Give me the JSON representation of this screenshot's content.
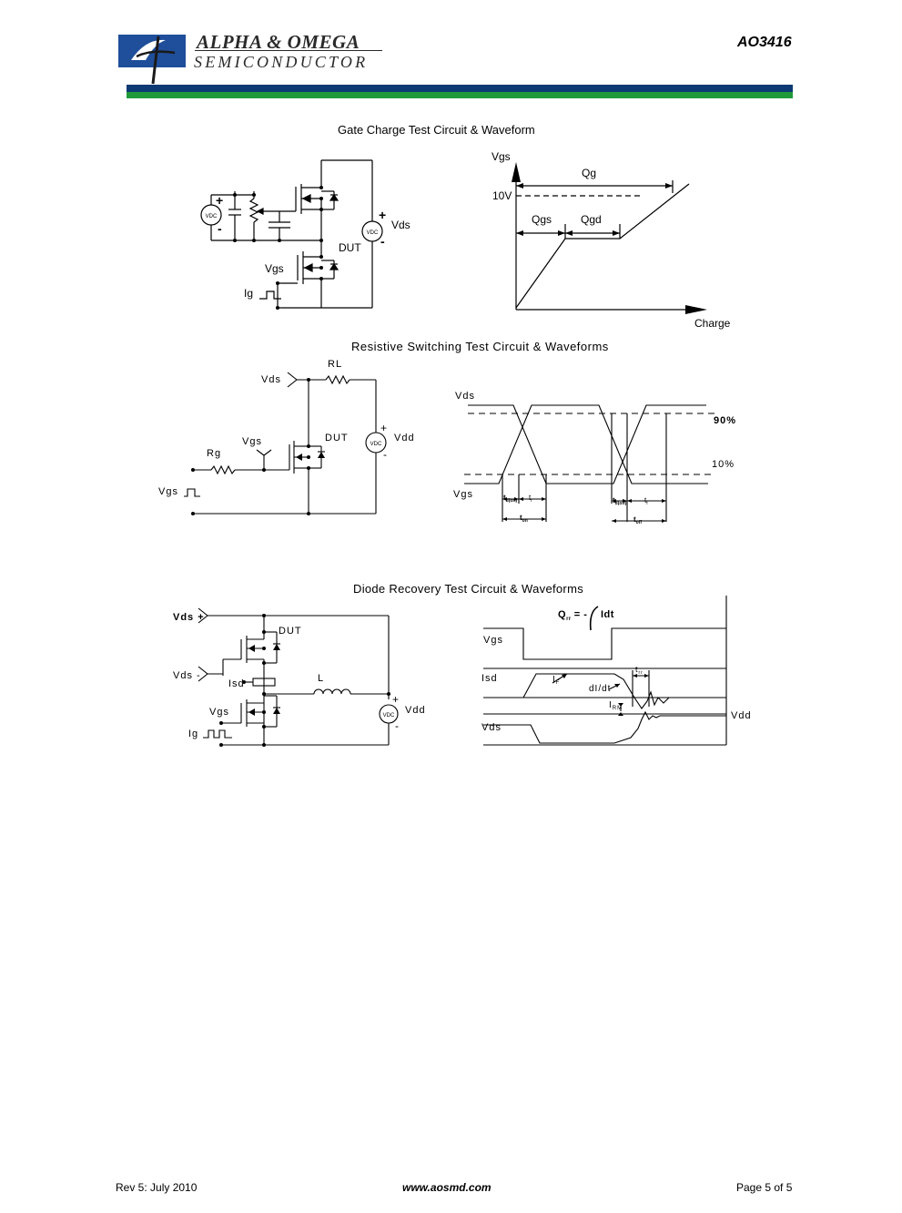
{
  "header": {
    "company_line1": "ALPHA & OMEGA",
    "company_line2": "SEMICONDUCTOR",
    "part_number": "AO3416",
    "colors": {
      "blue_bar": "#0d3a73",
      "green_bar": "#1f9a3a",
      "logo_blue": "#1f4e9a"
    }
  },
  "sections": {
    "gate_charge": {
      "title": "Gate Charge Test Circuit & Waveform",
      "circuit": {
        "src_label": "VDC",
        "plus": "+",
        "minus": "-",
        "vds": "Vds",
        "dut": "DUT",
        "vgs": "Vgs",
        "ig": "Ig"
      },
      "waveform": {
        "y_label": "Vgs",
        "x_label": "Charge",
        "level": "10V",
        "qg": "Qg",
        "qgs": "Qgs",
        "qgd": "Qgd"
      }
    },
    "resistive": {
      "title": "Resistive Switching Test Circuit & Waveforms",
      "circuit": {
        "vds": "Vds",
        "rl": "RL",
        "vgs": "Vgs",
        "rg": "Rg",
        "dut": "DUT",
        "vdd": "Vdd",
        "src_label": "VDC",
        "vgs_in": "Vgs",
        "plus": "+",
        "minus": "-"
      },
      "waveform": {
        "vds": "Vds",
        "vgs": "Vgs",
        "p90": "90%",
        "p10": "10%",
        "td_on": "t",
        "td_on_sub": "d(on)",
        "tr": "t",
        "tr_sub": "r",
        "td_off": "t",
        "td_off_sub": "d(off)",
        "tf": "t",
        "tf_sub": "f",
        "ton": "t",
        "ton_sub": "on",
        "toff": "t",
        "toff_sub": "off"
      }
    },
    "diode": {
      "title": "Diode Recovery Test Circuit & Waveforms",
      "circuit": {
        "vds_plus": "Vds +",
        "vds_minus": "Vds -",
        "dut": "DUT",
        "isd": "Isd",
        "l": "L",
        "vgs": "Vgs",
        "ig": "Ig",
        "vdd": "Vdd",
        "src_label": "VDC",
        "plus": "+",
        "minus": "-"
      },
      "waveform": {
        "qrr_a": "Q",
        "qrr_sub": "rr",
        "qrr_b": "= -",
        "qrr_c": "Idt",
        "vgs": "Vgs",
        "isd": "Isd",
        "vds": "Vds",
        "if": "I",
        "if_sub": "F",
        "didt": "dI/dt",
        "irm": "I",
        "irm_sub": "RM",
        "trr": "t",
        "trr_sub": "rr",
        "vdd": "Vdd"
      }
    }
  },
  "footer": {
    "rev": "Rev 5: July 2010",
    "url": "www.aosmd.com",
    "page": "Page 5 of 5"
  }
}
